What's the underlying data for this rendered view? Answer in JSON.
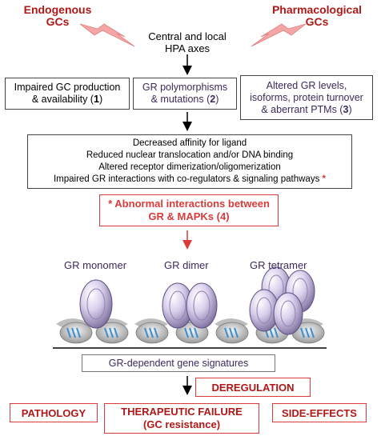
{
  "top": {
    "endogenous": "Endogenous GCs",
    "endogenous_l1": "Endogenous",
    "endogenous_l2": "GCs",
    "pharma_l1": "Pharmacological",
    "pharma_l2": "GCs",
    "hpa_l1": "Central and local",
    "hpa_l2": "HPA axes"
  },
  "boxes": {
    "box1_l1": "Impaired GC production",
    "box1_l2": "& availability (",
    "box1_num": "1",
    "box1_end": ")",
    "box2_l1": "GR polymorphisms",
    "box2_l2": "& mutations (",
    "box2_num": "2",
    "box2_end": ")",
    "box3_l1": "Altered GR levels,",
    "box3_l2": "isoforms, protein turnover",
    "box3_l3": "& aberrant PTMs (",
    "box3_num": "3",
    "box3_end": ")"
  },
  "mechanisms": {
    "line1": "Decreased affinity for ligand",
    "line2": "Reduced nuclear translocation and/or DNA binding",
    "line3": "Altered receptor dimerization/oligomerization",
    "line4": "Impaired GR interactions with co-regulators & signaling pathways",
    "asterisk": "*"
  },
  "mapk": {
    "asterisk": "*",
    "line1": "Abnormal interactions between",
    "line2": "GR & MAPKs (4)"
  },
  "forms": {
    "monomer": "GR monomer",
    "dimer": "GR dimer",
    "tetramer": "GR tetramer"
  },
  "signatures": "GR-dependent gene signatures",
  "deregulation": "DEREGULATION",
  "outcomes": {
    "pathology": "PATHOLOGY",
    "failure_l1": "THERAPEUTIC FAILURE",
    "failure_l2": "(GC resistance)",
    "side_effects": "SIDE-EFFECTS"
  },
  "colors": {
    "accent_red": "#b01818",
    "box_red": "#d93a3a",
    "purple_text": "#3b2a5a",
    "lightning": "#f4a6a6",
    "receptor": "#c9bfe0"
  }
}
